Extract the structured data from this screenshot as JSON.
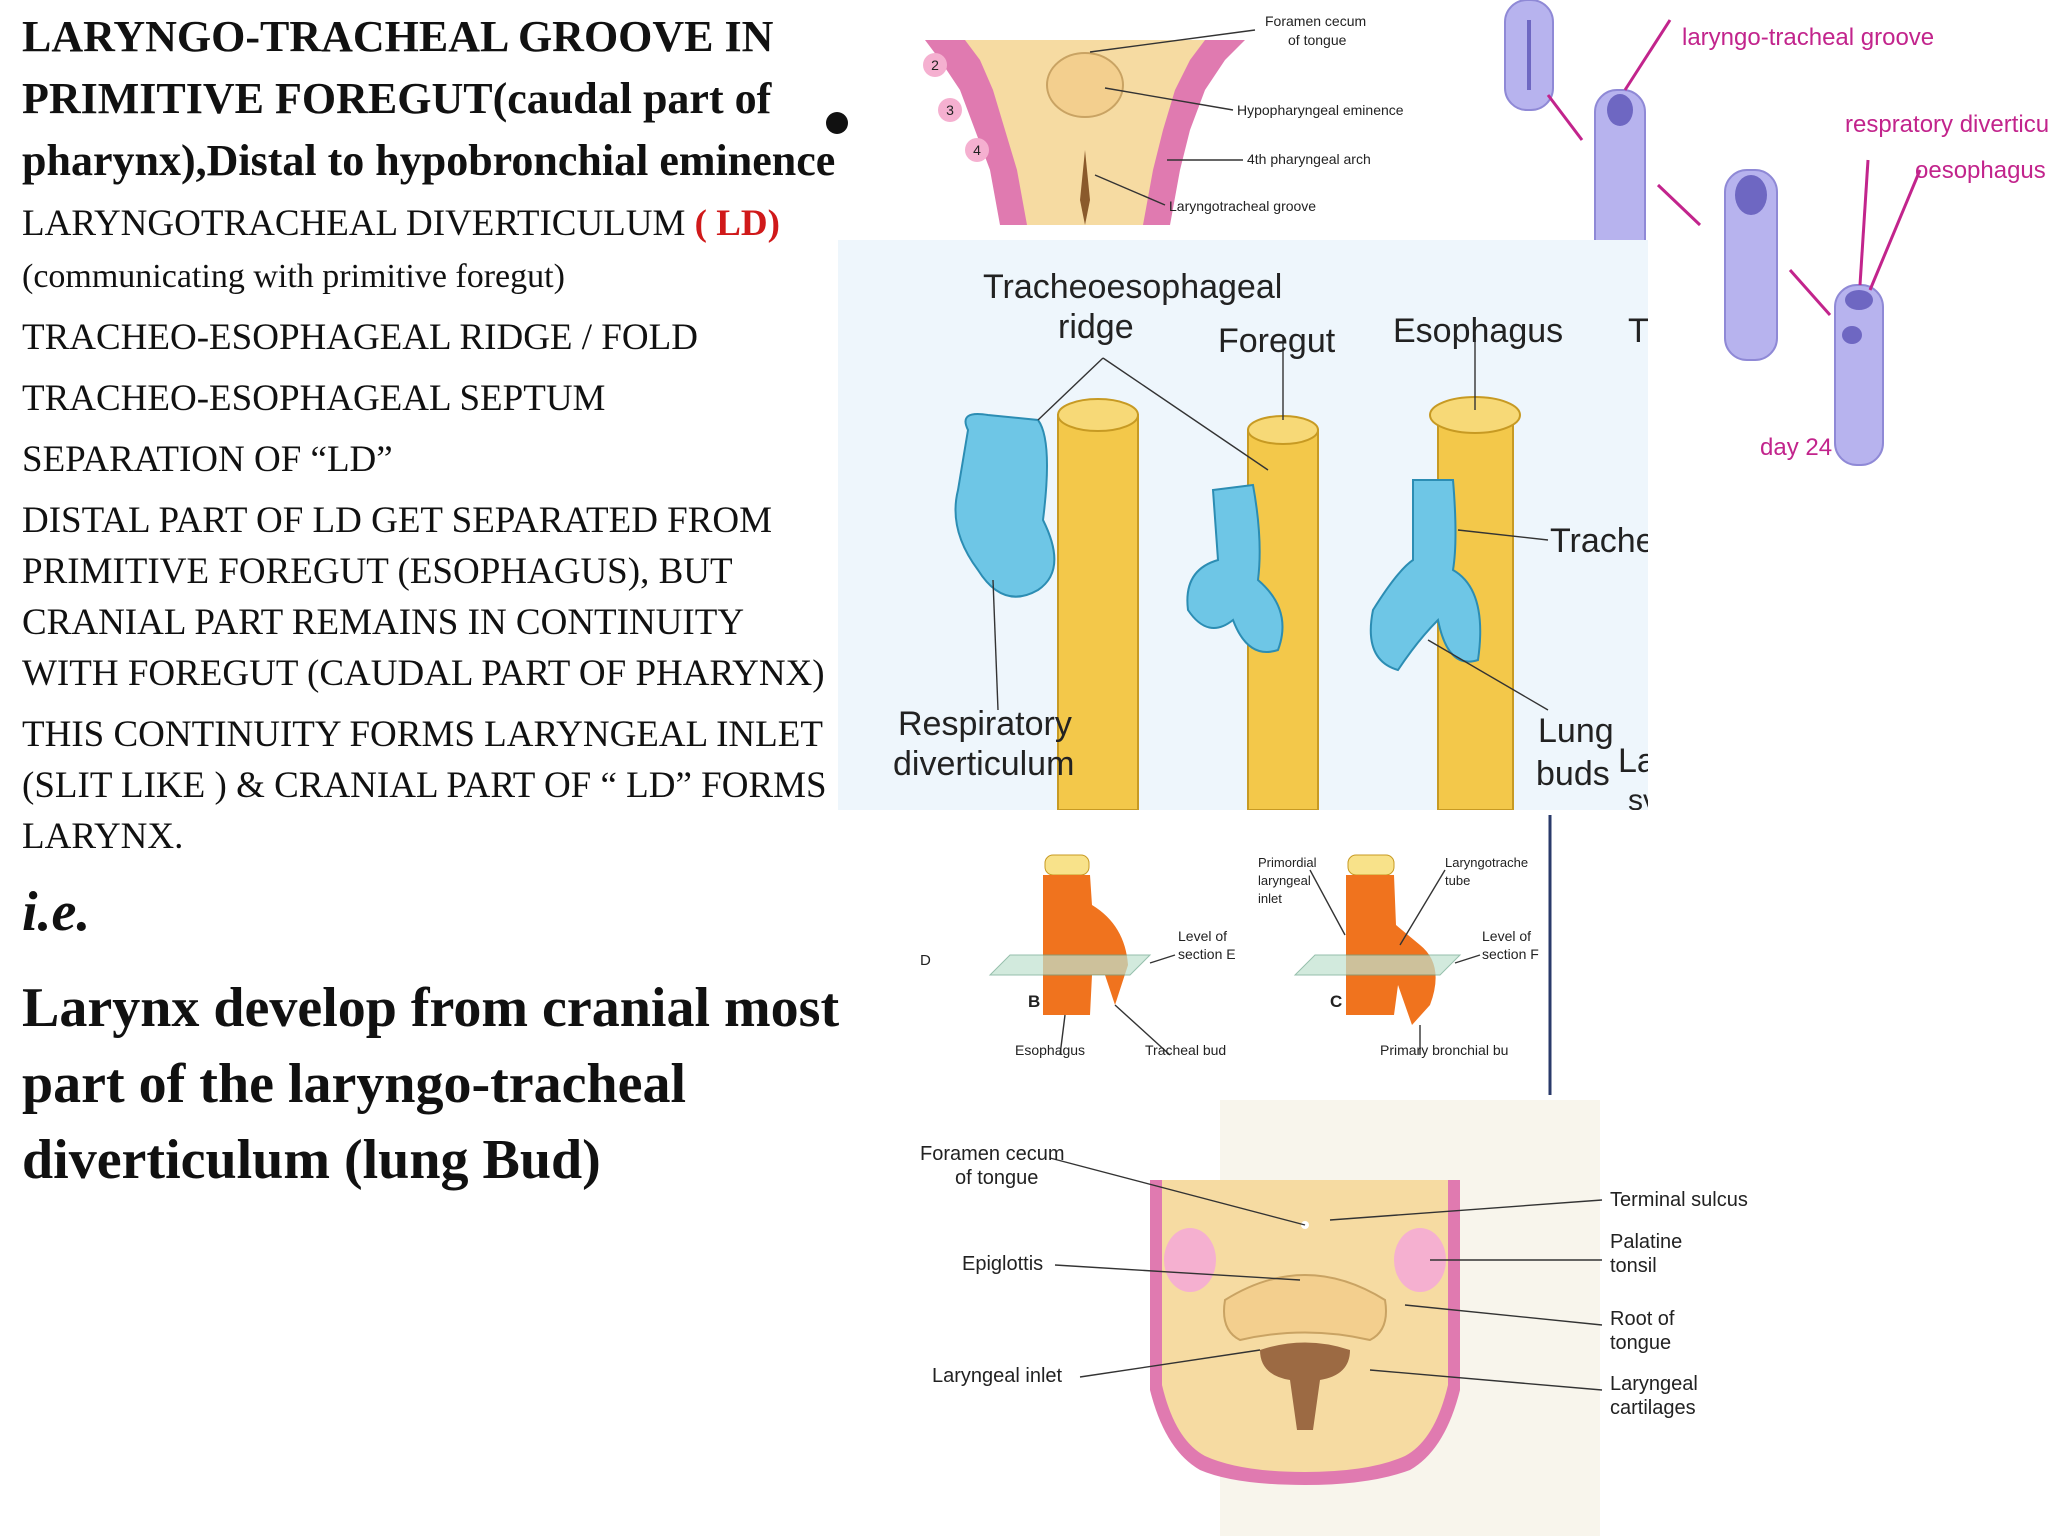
{
  "heading": "LARYNGO-TRACHEAL GROOVE IN PRIMITIVE FOREGUT(caudal part of pharynx),Distal to hypobronchial eminence",
  "items": {
    "ld_main": "LARYNGOTRACHEAL DIVERTICULUM ",
    "ld_abbr": "( LD)",
    "ld_note": " (communicating with primitive foregut)",
    "ridge": "TRACHEO-ESOPHAGEAL RIDGE / FOLD",
    "septum": "TRACHEO-ESOPHAGEAL SEPTUM",
    "separation": "SEPARATION OF  “LD”",
    "distal": "DISTAL PART OF  LD  GET SEPARATED FROM  PRIMITIVE FOREGUT (ESOPHAGUS), BUT CRANIAL PART REMAINS IN CONTINUITY WITH FOREGUT (CAUDAL  PART OF PHARYNX)",
    "continuity": "THIS CONTINUITY  FORMS LARYNGEAL INLET (SLIT LIKE ) & CRANIAL PART OF “ LD” FORMS LARYNX."
  },
  "ie": "i.e.",
  "conclusion": "Larynx  develop  from cranial most  part  of the laryngo-tracheal diverticulum (lung Bud)",
  "colors": {
    "accent_red": "#d0191a",
    "diagram_pink": "#e07ab0",
    "diagram_yellow": "#f3c84a",
    "diagram_blue": "#6ec6e6",
    "diagram_orange": "#f0731e",
    "diagram_lavender": "#b7b3ee",
    "label_magenta": "#c2248c"
  },
  "diagrams": {
    "pharynx_floor": {
      "numbers": [
        "2",
        "3",
        "4"
      ],
      "foramen": "Foramen cecum",
      "foramen2": "of tongue",
      "hypopharyngeal": "Hypopharyngeal eminence",
      "arch": "4th pharyngeal arch",
      "groove": "Laryngotracheal groove"
    },
    "tube_sequence": {
      "groove": "laryngo-tracheal groove",
      "resp": "respratory diverticulum",
      "oeso": "oesophagus",
      "day": "day 24"
    },
    "foregut_stages": {
      "ridge1": "Tracheoesophageal",
      "ridge2": "ridge",
      "foregut": "Foregut",
      "esophagus": "Esophagus",
      "t": "T",
      "trachea": "Trache",
      "resp1": "Respiratory",
      "resp2": "diverticulum",
      "lung1": "Lung",
      "lung2": "buds",
      "la": "La",
      "sv": "sv"
    },
    "orange_stages": {
      "d": "D",
      "b": "B",
      "c": "C",
      "level_e1": "Level of",
      "level_e2": "section E",
      "level_f1": "Level of",
      "level_f2": "section F",
      "prim1": "Primordial",
      "prim2": "laryngeal",
      "prim3": "inlet",
      "ltube1": "Laryngotrache",
      "ltube2": "tube",
      "esophagus": "Esophagus",
      "tracheal_bud": "Tracheal bud",
      "bronchial": "Primary bronchial bu"
    },
    "tongue": {
      "foramen1": "Foramen cecum",
      "foramen2": "of tongue",
      "epiglottis": "Epiglottis",
      "inlet": "Laryngeal inlet",
      "sulcus": "Terminal sulcus",
      "palatine1": "Palatine",
      "palatine2": "tonsil",
      "root1": "Root of",
      "root2": "tongue",
      "cart1": "Laryngeal",
      "cart2": "cartilages"
    }
  }
}
